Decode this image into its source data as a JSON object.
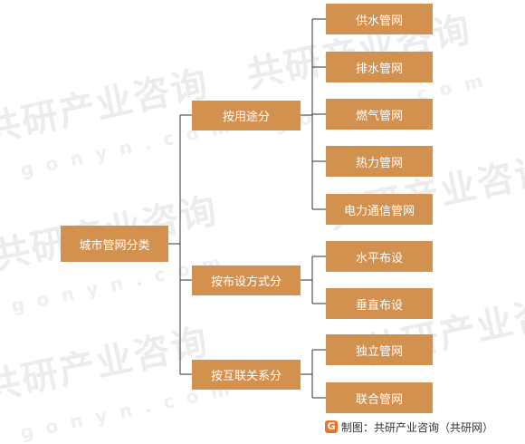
{
  "root": {
    "label": "城市管网分类"
  },
  "groups": [
    {
      "label": "按用途分",
      "leaves": [
        "供水管网",
        "排水管网",
        "燃气管网",
        "热力管网",
        "电力通信管网"
      ]
    },
    {
      "label": "按布设方式分",
      "leaves": [
        "水平布设",
        "垂直布设"
      ]
    },
    {
      "label": "按互联关系分",
      "leaves": [
        "独立管网",
        "联合管网"
      ]
    }
  ],
  "watermark": {
    "text": "共研产业咨询",
    "subtext": "gonyn.com"
  },
  "footer": {
    "source": "制图：共研产业咨询（共研网）"
  },
  "colors": {
    "node": "#d39150",
    "line": "#333333"
  }
}
